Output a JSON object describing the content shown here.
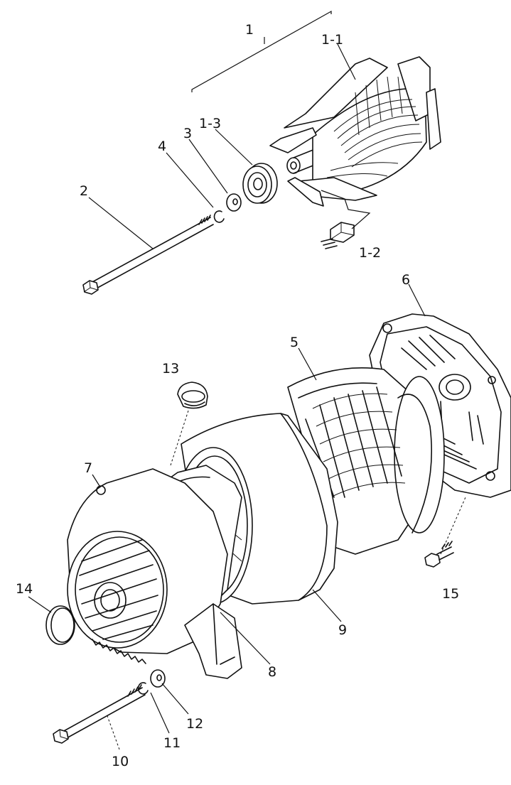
{
  "labels": {
    "l1": "1",
    "l1_1": "1-1",
    "l1_2": "1-2",
    "l1_3": "1-3",
    "l2": "2",
    "l3": "3",
    "l4": "4",
    "l5": "5",
    "l6": "6",
    "l7": "7",
    "l8": "8",
    "l9": "9",
    "l10": "10",
    "l11": "11",
    "l12": "12",
    "l13": "13",
    "l14": "14",
    "l15": "15"
  }
}
